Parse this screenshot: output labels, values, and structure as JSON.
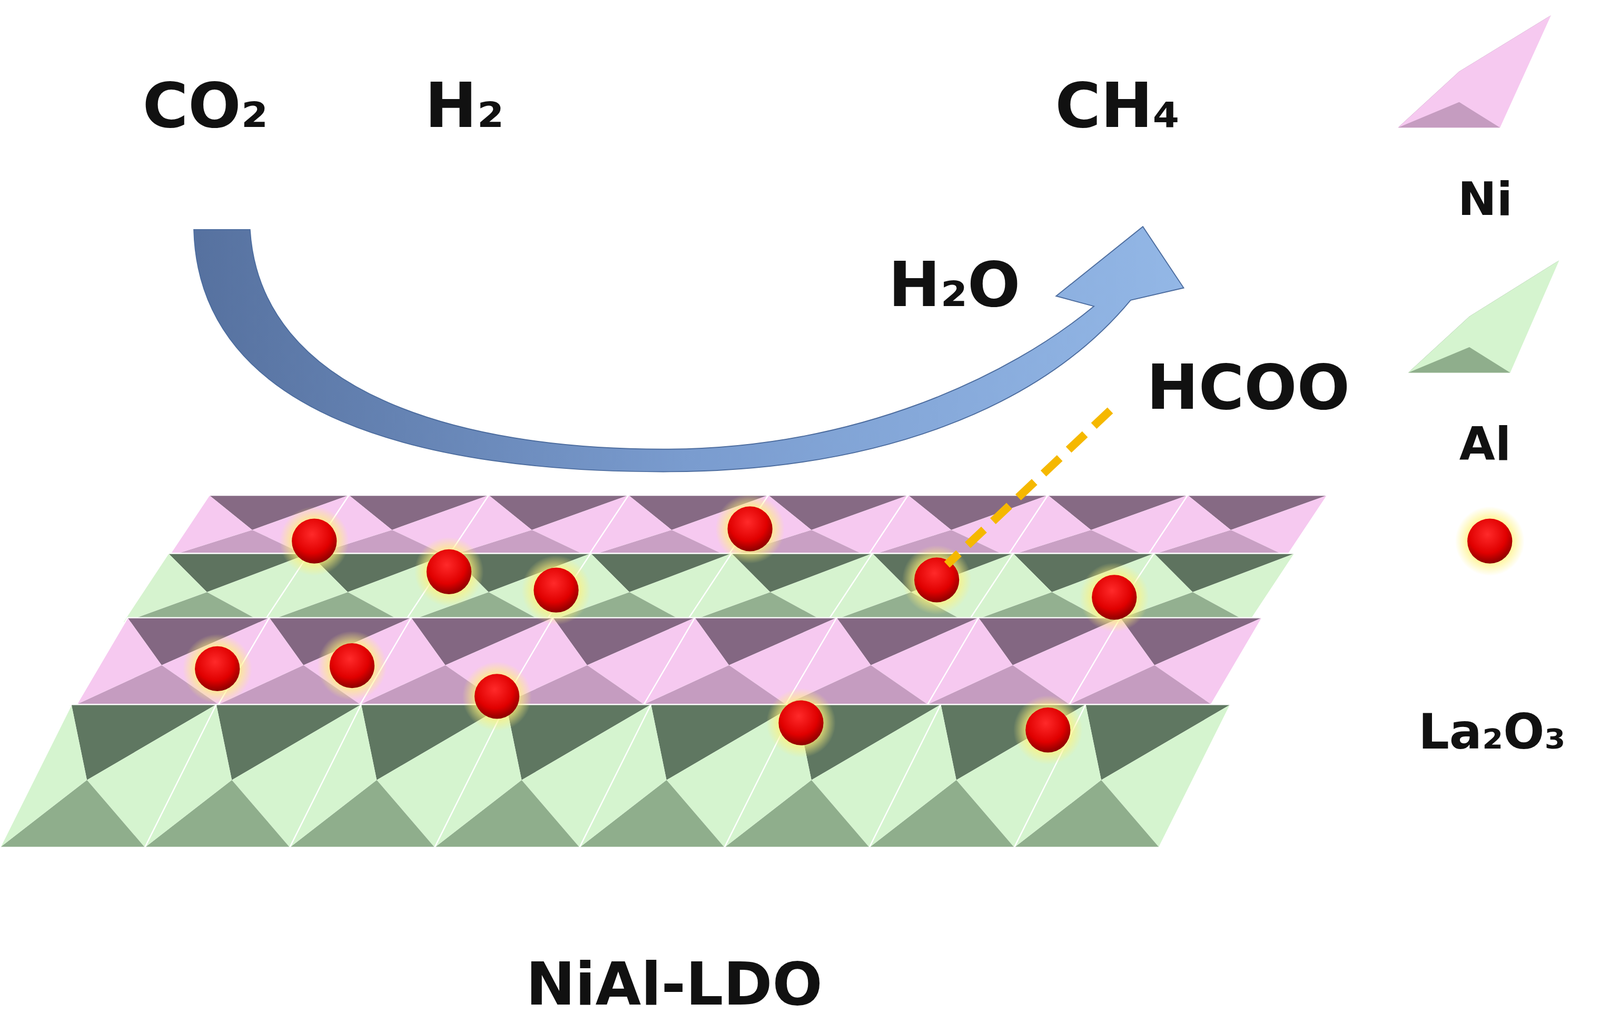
{
  "diagram": {
    "labels": [
      "CO₂",
      "H₂",
      "CH₄",
      "H₂O",
      "HCOO",
      "NiAl-LDO"
    ],
    "legend": [
      {
        "text": "Ni"
      },
      {
        "text": "Al"
      },
      {
        "text": "La₂O₃"
      }
    ]
  }
}
